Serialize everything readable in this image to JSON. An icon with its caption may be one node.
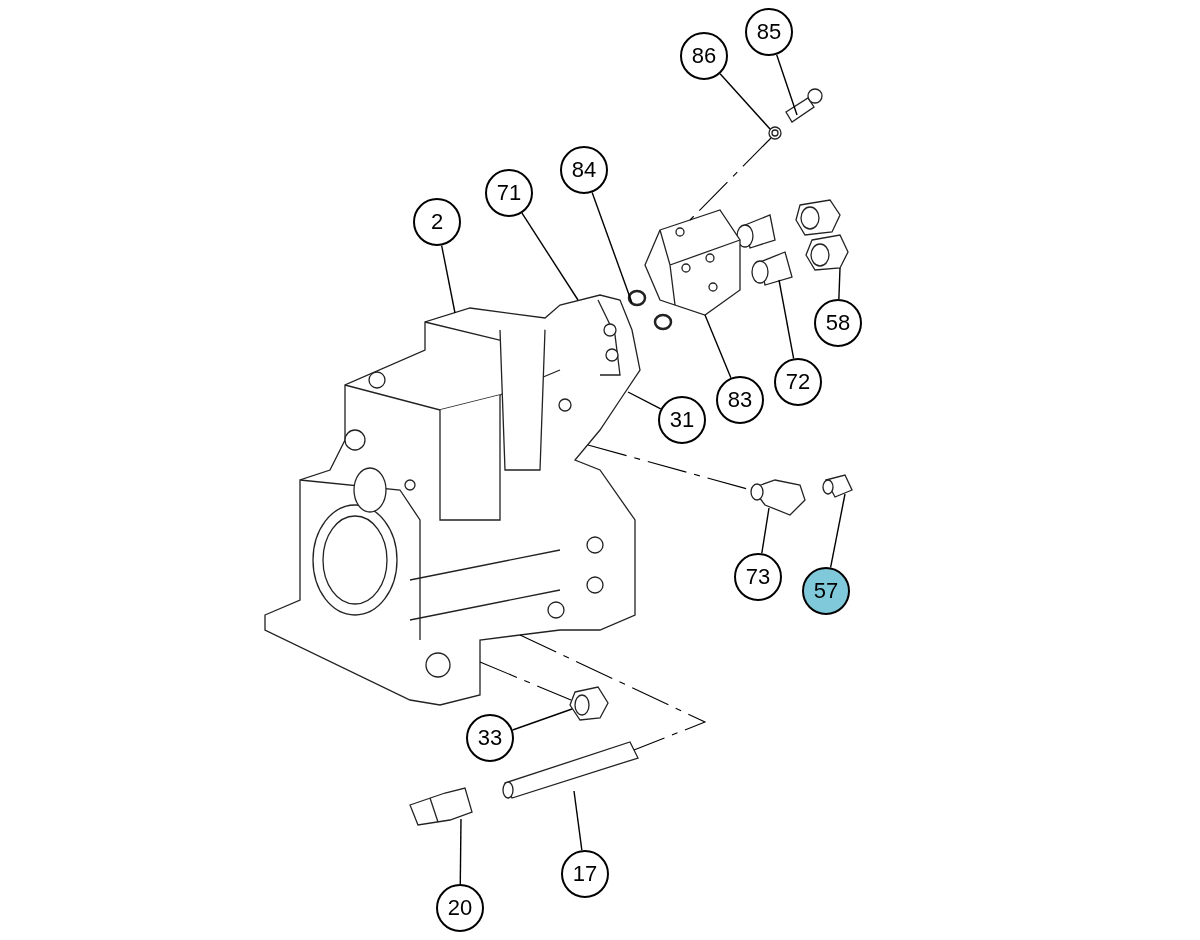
{
  "diagram": {
    "nodes": [
      {
        "text": [
          "85"
        ]
      },
      {
        "text": [
          "86"
        ]
      },
      {
        "text": [
          "84"
        ]
      },
      {
        "text": [
          "71"
        ]
      },
      {
        "text": [
          "2"
        ]
      },
      {
        "text": [
          "58"
        ]
      },
      {
        "text": [
          "72"
        ]
      },
      {
        "text": [
          "83"
        ]
      },
      {
        "text": [
          "31"
        ]
      },
      {
        "text": [
          "73"
        ]
      },
      {
        "text": [
          "57"
        ]
      },
      {
        "text": [
          "33"
        ]
      },
      {
        "text": [
          "17"
        ]
      },
      {
        "text": [
          "20"
        ]
      },
      {
        "text": [],
        "shape": "picture"
      },
      {
        "text": [],
        "shape": "picture"
      },
      {
        "text": [],
        "shape": "picture"
      },
      {
        "text": [],
        "shape": "picture"
      },
      {
        "text": [],
        "shape": "picture"
      },
      {
        "text": [],
        "shape": "picture"
      },
      {
        "text": [],
        "shape": "picture"
      },
      {
        "text": [],
        "shape": "circle"
      },
      {
        "text": [],
        "shape": "circle"
      },
      {
        "text": [],
        "shape": "picture"
      },
      {
        "text": [],
        "shape": "picture"
      },
      {
        "text": [],
        "shape": "picture"
      },
      {
        "text": [],
        "shape": "picture"
      },
      {
        "text": [],
        "shape": "picture"
      },
      {
        "text": [],
        "shape": "picture"
      }
    ],
    "edges": [
      {
        "from": 0,
        "to": 14,
        "arrow": "none"
      },
      {
        "from": 1,
        "to": 15,
        "arrow": "none"
      },
      {
        "from": 2,
        "to": 21,
        "arrow": "none"
      },
      {
        "from": 3,
        "to": 23,
        "arrow": "none"
      },
      {
        "from": 4,
        "to": 23,
        "arrow": "none"
      },
      {
        "from": 5,
        "to": 18,
        "arrow": "none"
      },
      {
        "from": 6,
        "to": 20,
        "arrow": "none"
      },
      {
        "from": 7,
        "to": 19,
        "arrow": "none"
      },
      {
        "from": 8,
        "to": 23,
        "arrow": "none"
      },
      {
        "from": 9,
        "to": 25,
        "arrow": "none"
      },
      {
        "from": 10,
        "to": 24,
        "arrow": "none"
      },
      {
        "from": 11,
        "to": 26,
        "arrow": "none"
      },
      {
        "from": 12,
        "to": 27,
        "arrow": "none"
      },
      {
        "from": 13,
        "to": 28,
        "arrow": "none"
      },
      {
        "from": 15,
        "to": 19,
        "arrow": "none",
        "style": "dashed"
      },
      {
        "from": 23,
        "to": 25,
        "arrow": "none",
        "style": "dashed"
      },
      {
        "from": 23,
        "to": 26,
        "arrow": "none",
        "style": "dashed"
      },
      {
        "from": 23,
        "to": 27,
        "arrow": "none",
        "style": "dashed"
      }
    ]
  }
}
